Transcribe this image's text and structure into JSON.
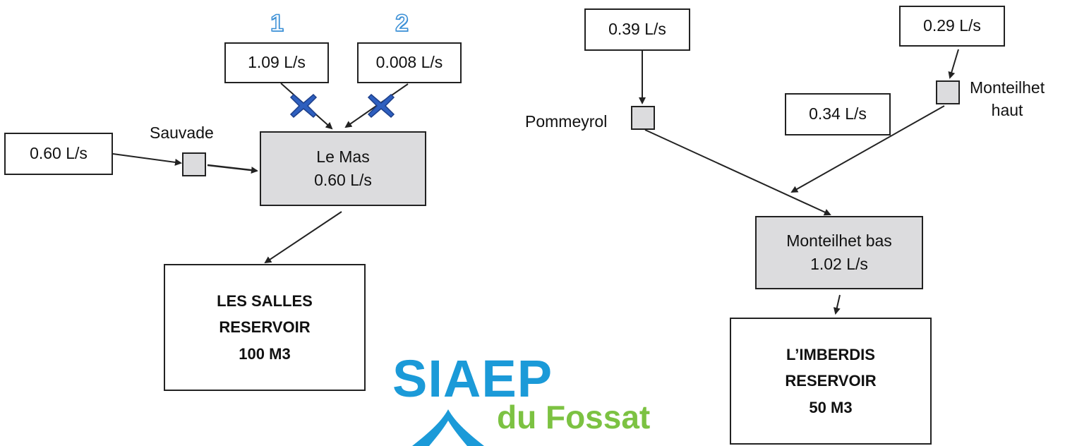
{
  "left_network": {
    "labels": {
      "one": "1",
      "two": "2"
    },
    "source_1": "1.09 L/s",
    "source_2": "0.008 L/s",
    "source_sauvade": "0.60 L/s",
    "sauvade_label": "Sauvade",
    "le_mas": {
      "name": "Le Mas",
      "flow": "0.60 L/s"
    },
    "reservoir": {
      "line1": "LES SALLES",
      "line2": "RESERVOIR",
      "line3": "100 M3"
    },
    "closed_marker_color": "#2e5fbf"
  },
  "right_network": {
    "source_pommeyrol": "0.39 L/s",
    "pommeyrol_label": "Pommeyrol",
    "source_monteilhet_haut": "0.29 L/s",
    "monteilhet_haut_label": {
      "line1": "Monteilhet",
      "line2": "haut"
    },
    "source_middle": "0.34 L/s",
    "monteilhet_bas": {
      "name": "Monteilhet bas",
      "flow": "1.02 L/s"
    },
    "reservoir": {
      "line1": "L’IMBERDIS",
      "line2": "RESERVOIR",
      "line3": "50 M3"
    }
  },
  "logo": {
    "word1": "SIAEP",
    "word2": "du Fossat",
    "color1": "#1b9ad8",
    "color2": "#7cc242"
  }
}
